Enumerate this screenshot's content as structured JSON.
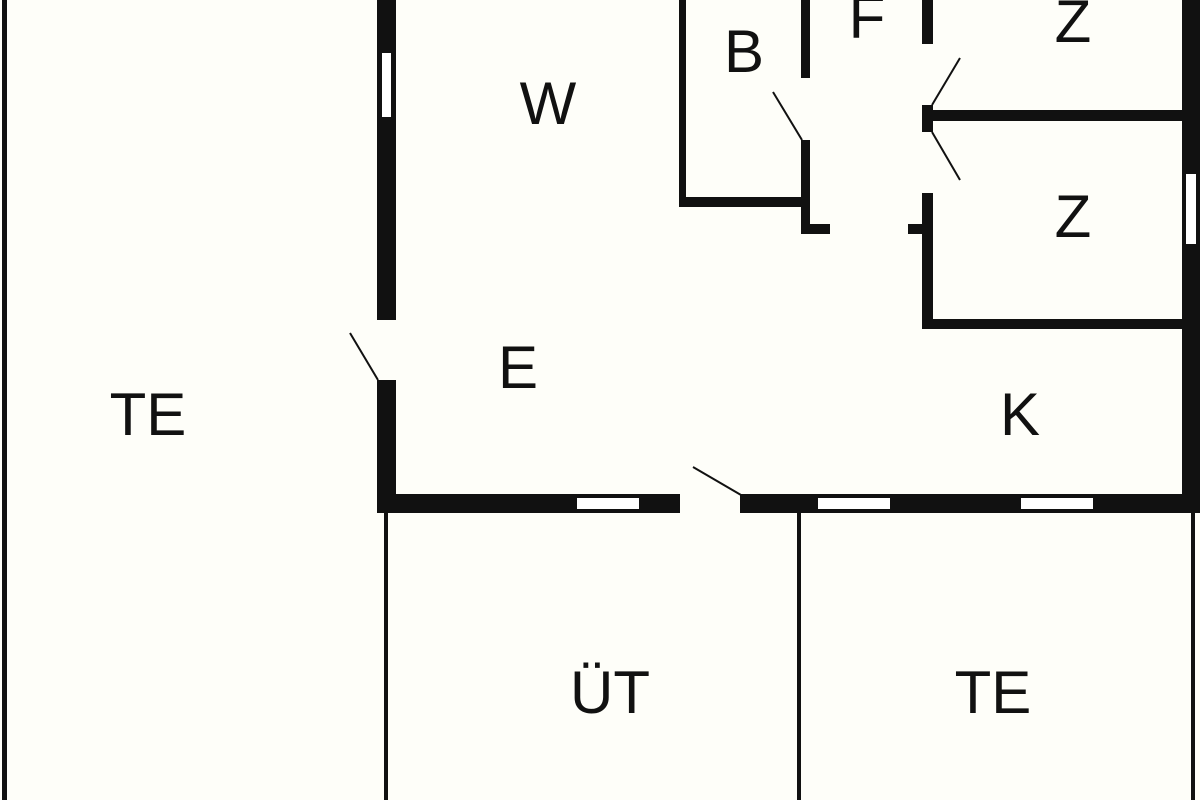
{
  "colors": {
    "background": "#fefef9",
    "wall": "#111111",
    "window": "#ffffff"
  },
  "rooms": [
    {
      "id": "terrace-left",
      "label": "TE"
    },
    {
      "id": "living",
      "label": "W"
    },
    {
      "id": "bath",
      "label": "B"
    },
    {
      "id": "hall",
      "label": "F"
    },
    {
      "id": "bedroom-top",
      "label": "Z"
    },
    {
      "id": "bedroom-middle",
      "label": "Z"
    },
    {
      "id": "dining",
      "label": "E"
    },
    {
      "id": "kitchen",
      "label": "K"
    },
    {
      "id": "covered-terrace",
      "label": "ÜT"
    },
    {
      "id": "terrace-right",
      "label": "TE"
    }
  ]
}
